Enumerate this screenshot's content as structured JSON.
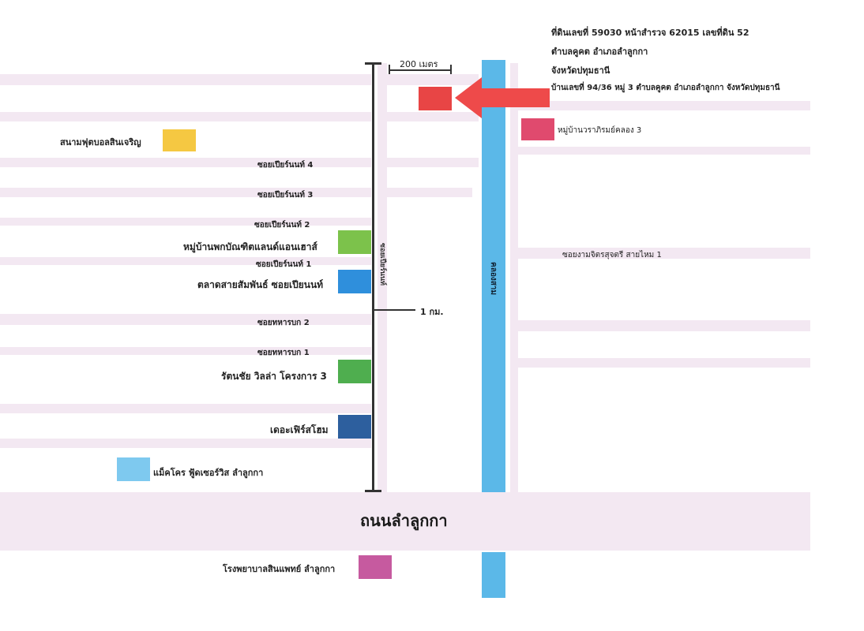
{
  "header": {
    "line1": "ที่ดินเลขที่ 59030 หน้าสำรวจ 62015 เลขที่ดิน 52",
    "line2": "ตำบลคูคต อำเภอลำลูกกา",
    "line3": "จังหวัดปทุมธานี",
    "line4": "บ้านเลขที่ 94/36 หมู่ 3 ตำบลคูคต อำเภอลำลูกกา  จังหวัดปทุมธานี"
  },
  "scale": {
    "top_label": "200 เมตร",
    "mid_label": "1 กม."
  },
  "roads": {
    "main_road": "ถนนลำลูกกา",
    "soi_pier_vertical": "ซอยเปียร์นนท์",
    "canal": "คลองสาม",
    "right_soi": "ซอยงามจิตรสุจตรี สายไหม 1"
  },
  "sois": [
    "ซอยเปียร์นนท์ 4",
    "ซอยเปียร์นนท์ 3",
    "ซอยเปียร์นนท์ 2",
    "ซอยเปียร์นนท์ 1",
    "ซอยทหารบก 2",
    "ซอยทหารบก 1"
  ],
  "places": {
    "football": "สนามฟุตบอลสินเจริญ",
    "village_pak": "หมู่บ้านพกบัณฑิตแลนด์แอนเฮาส์",
    "market": "ตลาดสายสัมพันธ์ ซอยเปียนนท์",
    "rattanachai": "รัตนชัย วิลล่า โครงการ 3",
    "first_home": "เดอะเฟิร์สโฮม",
    "makro": "แม็คโคร ฟู้ดเซอร์วิส ลำลูกกา",
    "hospital": "โรงพยาบาลสินแพทย์ ลำลูกกา",
    "village_right": "หมู่บ้านวราภิรมย์คลอง 3"
  },
  "colors": {
    "road": "#f3e8f2",
    "canal": "#5bb8e8",
    "target": "#e84545",
    "arrow": "#ee4a4a",
    "football": "#f5c842",
    "village_pak": "#7cc24b",
    "market": "#2f8fdc",
    "rattanachai": "#4fae4f",
    "first_home": "#2d5f9e",
    "makro": "#7ec9ef",
    "hospital": "#c65a9f",
    "village_right": "#e04a6e"
  },
  "icons": {
    "pointer": "arrow-left-icon"
  }
}
